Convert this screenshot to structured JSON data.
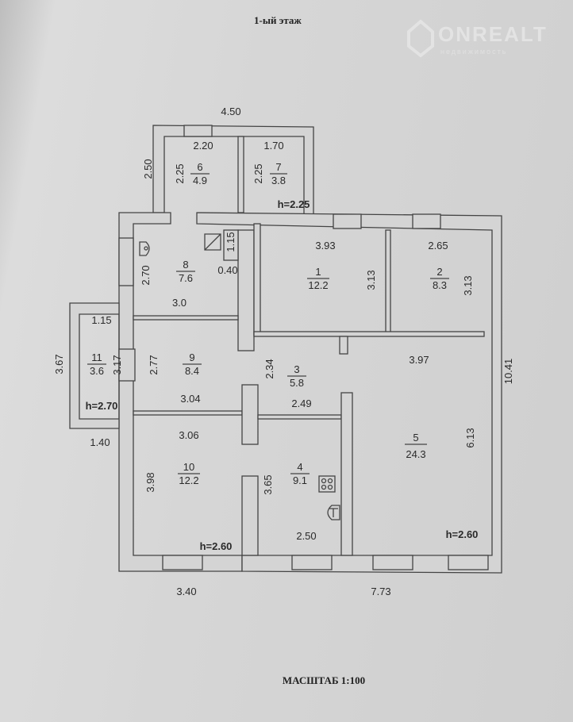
{
  "title": "1-ый этаж",
  "scale": "МАСШТАБ 1:100",
  "watermark": {
    "name": "ONREALT",
    "subtitle": "недвижимость"
  },
  "rooms": [
    {
      "num": "1",
      "area": "12.2"
    },
    {
      "num": "2",
      "area": "8.3"
    },
    {
      "num": "3",
      "area": "5.8"
    },
    {
      "num": "4",
      "area": "9.1"
    },
    {
      "num": "5",
      "area": "24.3"
    },
    {
      "num": "6",
      "area": "4.9"
    },
    {
      "num": "7",
      "area": "3.8"
    },
    {
      "num": "8",
      "area": "7.6"
    },
    {
      "num": "9",
      "area": "8.4"
    },
    {
      "num": "10",
      "area": "12.2"
    },
    {
      "num": "11",
      "area": "3.6"
    }
  ],
  "dimensions": {
    "top_total": "4.50",
    "r6_w": "2.20",
    "r7_w": "1.70",
    "r67_outer_h": "2.50",
    "r6_h": "2.25",
    "r7_h": "2.25",
    "r7_height": "h=2.25",
    "r8_duct_h": "1.15",
    "r8_duct_w": "0.40",
    "r8_h": "2.70",
    "r8_w": "3.0",
    "r1_w": "3.93",
    "r1_h": "3.13",
    "r2_w": "2.65",
    "r2_h": "3.13",
    "r11_w": "1.15",
    "r11_outer_h": "3.67",
    "r11_h": "3.17",
    "r11_height": "h=2.70",
    "r11_outer_w": "1.40",
    "r9_h": "2.77",
    "r9_w": "3.04",
    "r3_h": "2.34",
    "r3_w": "2.49",
    "r5_w": "3.97",
    "right_total": "10.41",
    "r5_h": "6.13",
    "r10_w": "3.06",
    "r10_h": "3.98",
    "r4_h": "3.65",
    "r4_w": "2.50",
    "r10_height": "h=2.60",
    "r5_height": "h=2.60",
    "bottom_left": "3.40",
    "bottom_right": "7.73"
  }
}
